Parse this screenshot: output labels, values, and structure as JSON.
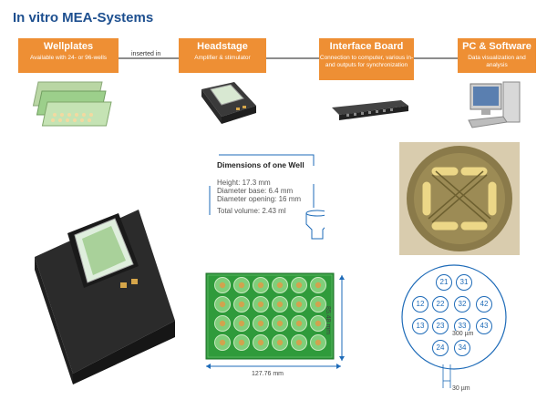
{
  "title": "In vitro MEA-Systems",
  "connector_label": "inserted in",
  "boxes": [
    {
      "heading": "Wellplates",
      "sub": "Available with 24- or 96-wells"
    },
    {
      "heading": "Headstage",
      "sub": "Amplifier & stimulator"
    },
    {
      "heading": "Interface Board",
      "sub": "Connection to computer, various in- and outputs for synchronization"
    },
    {
      "heading": "PC & Software",
      "sub": "Data visualization and analysis"
    }
  ],
  "well": {
    "title": "Dimensions of one Well",
    "lines": [
      "Height: 17.3 mm",
      "Diameter base: 6.4 mm",
      "Diameter opening: 16 mm",
      "Total volume: 2.43 ml"
    ]
  },
  "plate": {
    "width_label": "127.76 mm",
    "height_label": "85.48 mm"
  },
  "electrodes": {
    "labels": [
      "21",
      "31",
      "12",
      "22",
      "32",
      "42",
      "13",
      "23",
      "33",
      "43",
      "24",
      "34"
    ],
    "spacing_label": "300 µm",
    "diameter_label": "30 µm"
  },
  "colors": {
    "accent": "#ee8f34",
    "title": "#1d4f8f",
    "plate_green": "#2f9b3b"
  }
}
